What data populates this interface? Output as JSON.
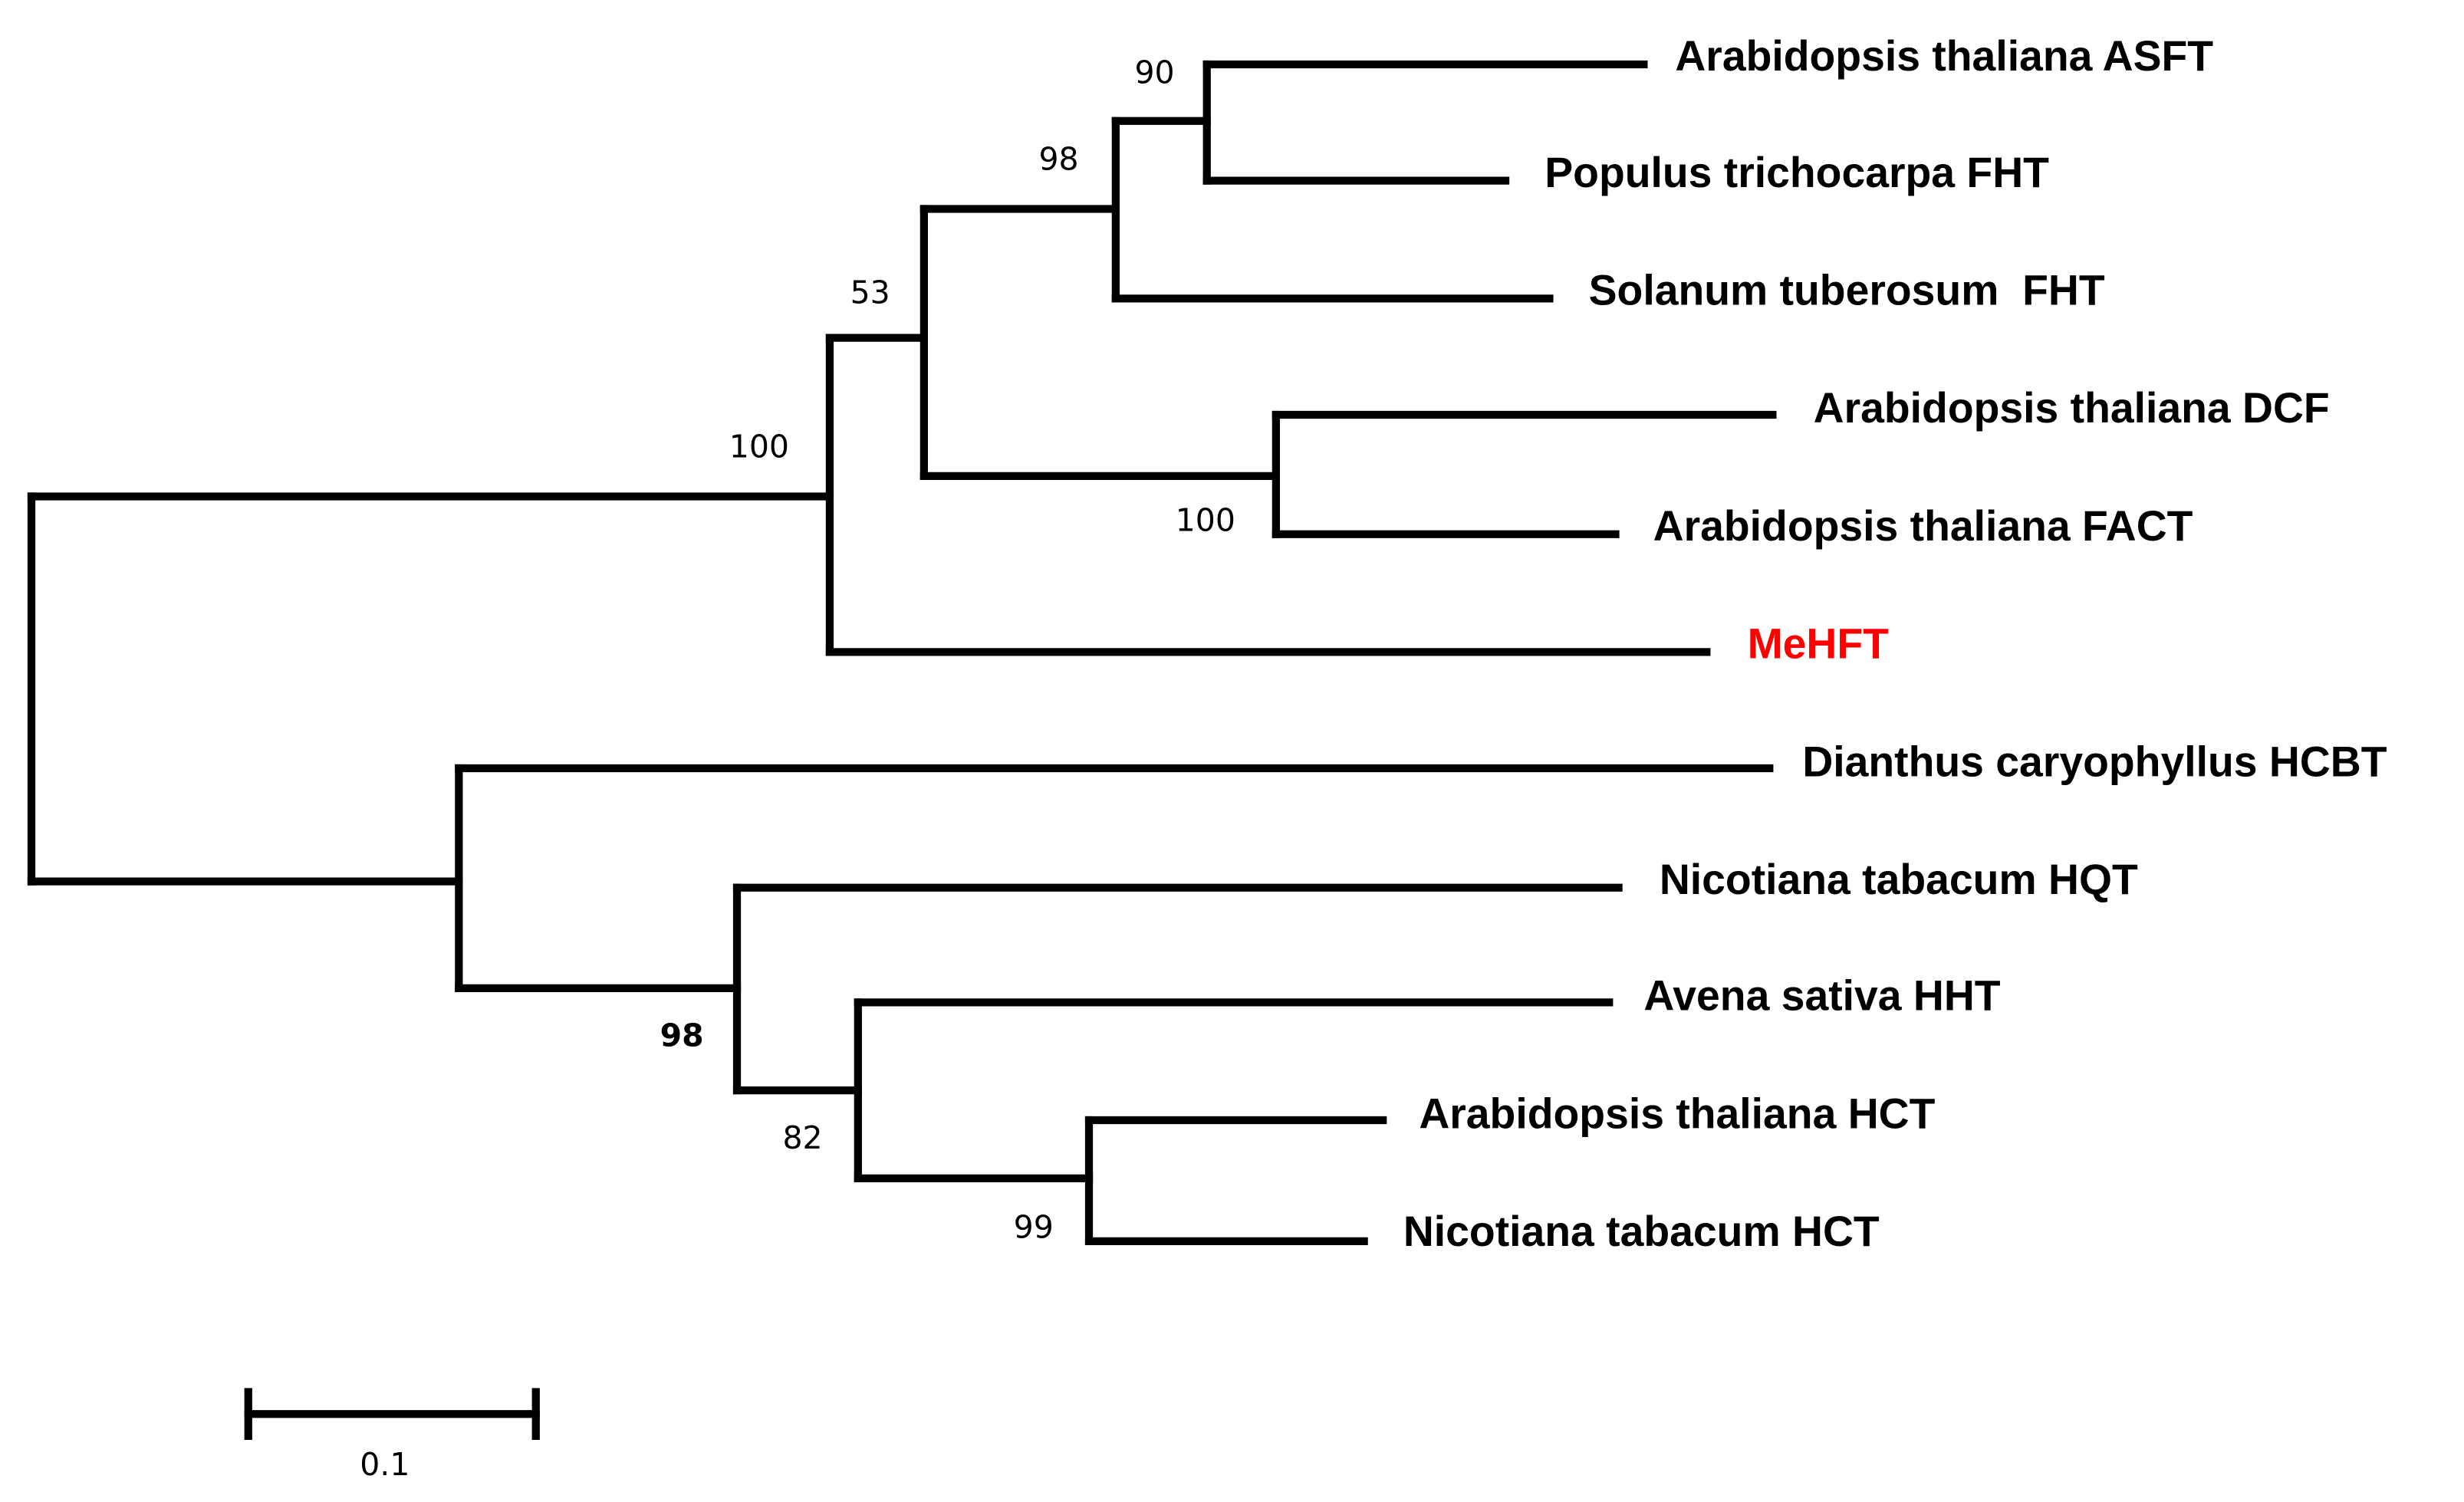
{
  "tree": {
    "taxa": [
      {
        "id": "asft",
        "label": "Arabidopsis thaliana ASFT",
        "highlight": false
      },
      {
        "id": "ptfht",
        "label": "Populus trichocarpa FHT",
        "highlight": false
      },
      {
        "id": "stfht",
        "label": "Solanum tuberosum  FHT",
        "highlight": false
      },
      {
        "id": "dcf",
        "label": "Arabidopsis thaliana DCF",
        "highlight": false
      },
      {
        "id": "fact",
        "label": "Arabidopsis thaliana FACT",
        "highlight": false
      },
      {
        "id": "mehft",
        "label": "MeHFT",
        "highlight": true
      },
      {
        "id": "hcbt",
        "label": "Dianthus caryophyllus HCBT",
        "highlight": false
      },
      {
        "id": "hqt",
        "label": "Nicotiana tabacum HQT",
        "highlight": false
      },
      {
        "id": "hht",
        "label": "Avena sativa HHT",
        "highlight": false
      },
      {
        "id": "athct",
        "label": "Arabidopsis thaliana HCT",
        "highlight": false
      },
      {
        "id": "nthct",
        "label": "Nicotiana tabacum HCT",
        "highlight": false
      }
    ],
    "support_values": [
      {
        "node": "asft-ptfht",
        "value": "90",
        "bold": false
      },
      {
        "node": "fht-group",
        "value": "98",
        "bold": false
      },
      {
        "node": "bahd-clade-a",
        "value": "53",
        "bold": false
      },
      {
        "node": "clade-with-mehft",
        "value": "100",
        "bold": false
      },
      {
        "node": "dcf-fact",
        "value": "100",
        "bold": false
      },
      {
        "node": "hqt-hct-group",
        "value": "98",
        "bold": true
      },
      {
        "node": "hht-hct-group",
        "value": "82",
        "bold": false
      },
      {
        "node": "hct-pair",
        "value": "99",
        "bold": false
      }
    ],
    "scale_bar": {
      "label": "0.1",
      "length": 0.1
    },
    "highlight_color": "#ff0000"
  }
}
